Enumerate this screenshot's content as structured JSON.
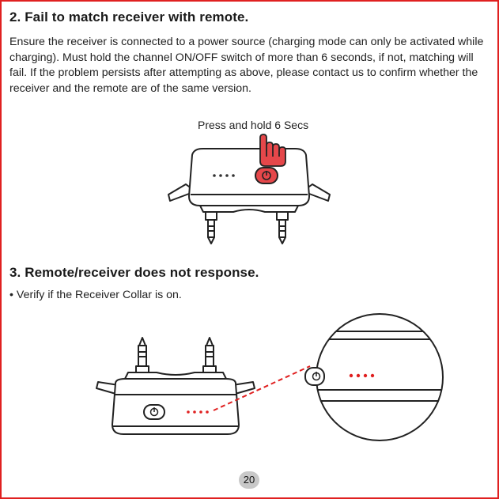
{
  "section2": {
    "heading": "2. Fail to match receiver with remote.",
    "body": "Ensure the receiver is connected to a power source (charging mode can only be activated while charging). Must hold the channel ON/OFF switch of more than 6 seconds, if not, matching will fail. If the problem persists after attempting as above, please contact us to confirm whether the receiver and the remote are of the same version.",
    "figure_caption": "Press and hold 6 Secs"
  },
  "section3": {
    "heading": "3. Remote/receiver does not response.",
    "bullet": "• Verify if the Receiver Collar is on."
  },
  "page_number": "20",
  "colors": {
    "frame": "#e02020",
    "button_red": "#e5474a",
    "led_red": "#e02020",
    "callout_dash": "#e02020",
    "page_badge": "#c8c8c8"
  },
  "icons": [
    "hand-pointer-icon",
    "power-button-icon",
    "led-indicator-icon"
  ]
}
